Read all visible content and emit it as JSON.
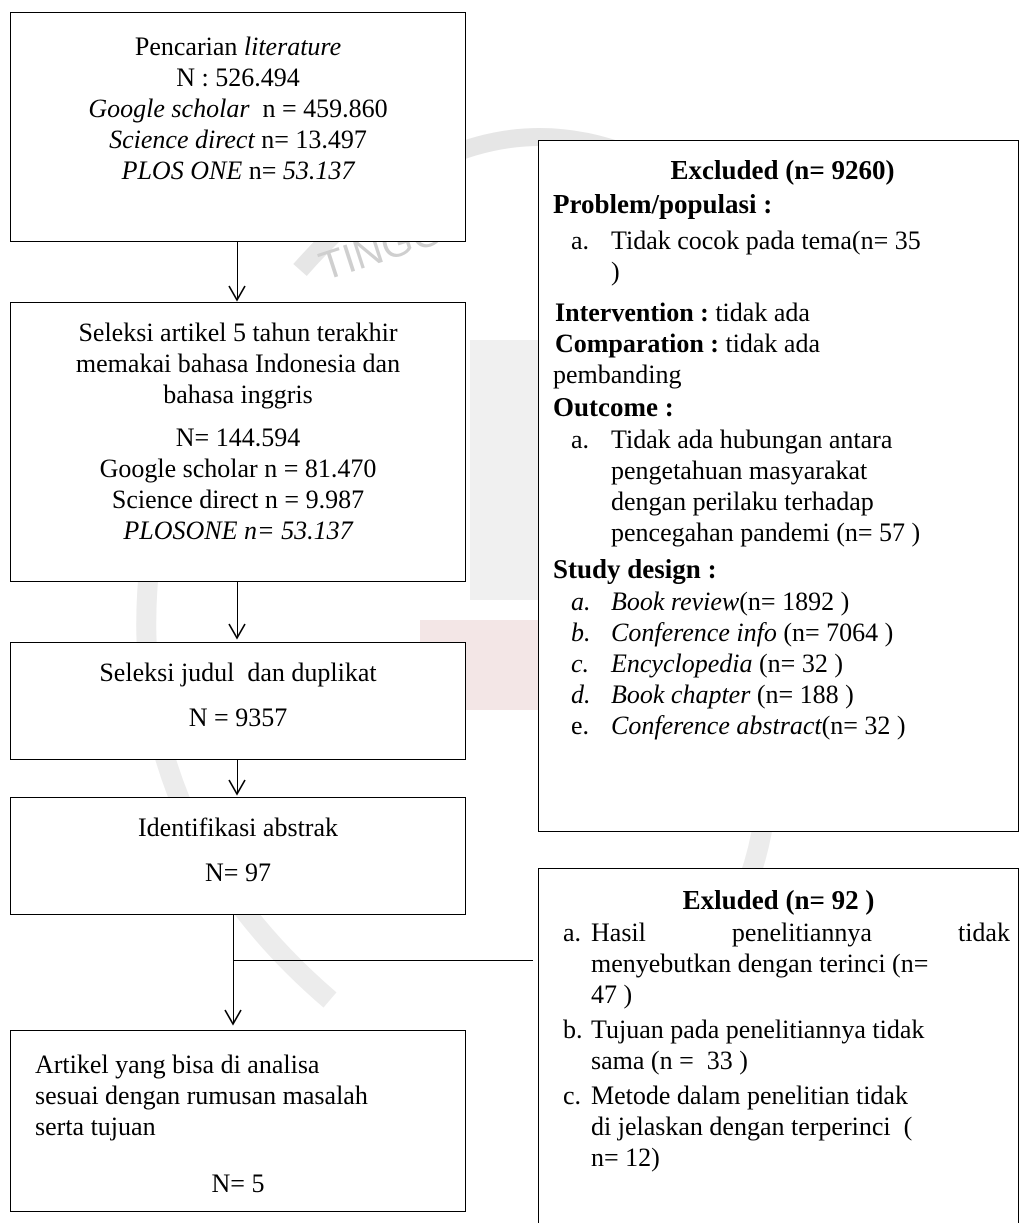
{
  "watermark": {
    "text": "TINGGI"
  },
  "search": {
    "line1_plain": "Pencarian ",
    "line1_italic": "literature",
    "total": "N : 526.494",
    "google_label": "Google scholar",
    "google_value": "  n = 459.860",
    "science_label": "Science direct",
    "science_value": " n= 13.497",
    "plos_label": "PLOS ONE",
    "plos_mid": " n= ",
    "plos_value": "53.137"
  },
  "selection": {
    "line1": "Seleksi artikel 5 tahun terakhir",
    "line2": "memakai bahasa Indonesia dan",
    "line3": "bahasa inggris",
    "total": "N= 144.594",
    "google": "Google scholar n = 81.470",
    "science": "Science direct n = 9.987",
    "plos": "PLOSONE n= 53.137"
  },
  "title_dup": {
    "label": "Seleksi judul  dan duplikat",
    "total": "N = 9357"
  },
  "abstract": {
    "label": "Identifikasi abstrak",
    "total": "N= 97"
  },
  "final": {
    "line1": "Artikel yang bisa di analisa",
    "line2": "sesuai dengan rumusan masalah",
    "line3": "serta tujuan",
    "total": "N= 5"
  },
  "excluded1": {
    "title": "Excluded (n= 9260)",
    "problem_label": "Problem/populasi :",
    "problem_items": [
      {
        "marker": "a.",
        "line1": "Tidak cocok pada tema(n= 35",
        "line2": ")"
      }
    ],
    "intervention_label": "Intervention :",
    "intervention_value": " tidak ada",
    "comparation_label": "Comparation :",
    "comparation_value": " tidak ada",
    "comparation_value2": "pembanding",
    "outcome_label": "Outcome :",
    "outcome_items": [
      {
        "marker": "a.",
        "line1": "Tidak ada hubungan antara",
        "line2": "pengetahuan masyarakat",
        "line3": "dengan perilaku terhadap",
        "line4": "pencegahan pandemi (n= 57 )"
      }
    ],
    "study_label": "Study design :",
    "study_items": [
      {
        "marker": "a.",
        "label": "Book review",
        "count": "(n= 1892 )"
      },
      {
        "marker": "b.",
        "label": "Conference info",
        "count": " (n= 7064 )"
      },
      {
        "marker": "c.",
        "label": "Encyclopedia",
        "count": " (n= 32 )"
      },
      {
        "marker": "d.",
        "label": "Book chapter",
        "count": " (n= 188 )"
      },
      {
        "marker": "e.",
        "label": "Conference abstract",
        "count": "(n= 32 )"
      }
    ]
  },
  "excluded2": {
    "title": "Exluded (n= 92 )",
    "items": [
      {
        "marker": "a.",
        "line1a": "Hasil",
        "line1b": "penelitiannya",
        "line1c": "tidak",
        "line2": "menyebutkan dengan terinci (n=",
        "line3": "47 )"
      },
      {
        "marker": "b.",
        "line1": "Tujuan pada penelitiannya tidak",
        "line2": "sama (n =  33 )"
      },
      {
        "marker": "c.",
        "line1": "Metode dalam penelitian tidak",
        "line2": "di jelaskan dengan terperinci  (",
        "line3": "n= 12)"
      }
    ]
  }
}
